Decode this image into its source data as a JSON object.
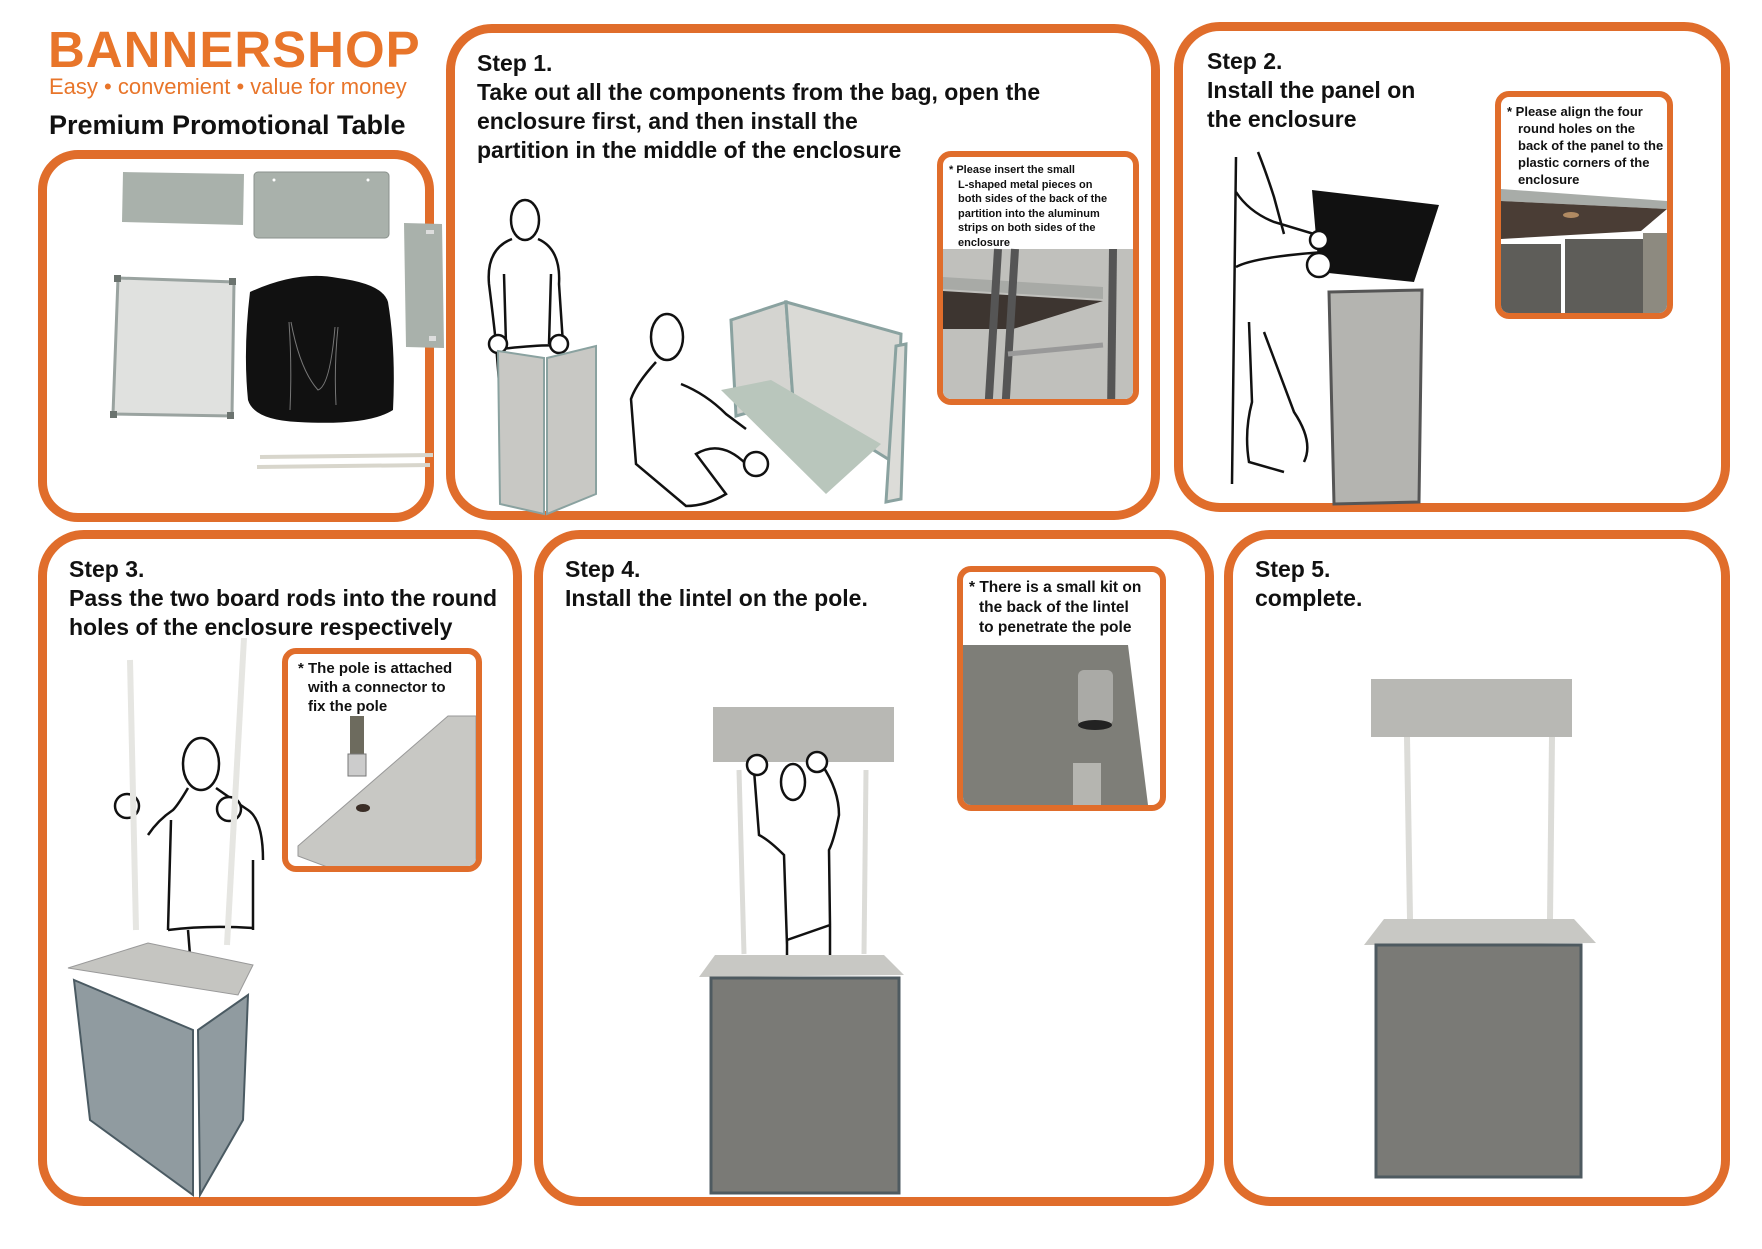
{
  "header": {
    "brand": "BANNERSHOP",
    "tagline": "Easy • convemient • value for money",
    "title": "Premium Promotional Table"
  },
  "colors": {
    "accent": "#e06d2b",
    "brand_text": "#e8752a",
    "panel_gray": "#a9b1ab",
    "enclosure_gray": "#7a7a76",
    "bag_black": "#111111"
  },
  "components_panel": {
    "items": [
      "lintel-board",
      "table-top-panel",
      "partition",
      "enclosure",
      "carry-bag",
      "poles"
    ]
  },
  "steps": [
    {
      "number": "Step 1.",
      "text_lines": [
        "Take out all the components from the bag, open the",
        "enclosure first, and then install the",
        "partition in the middle of the enclosure"
      ],
      "note_lines": [
        "*  Please insert the small",
        "L-shaped metal pieces on",
        "both sides of the back of the",
        "partition into the aluminum",
        "strips on both sides of the",
        "enclosure"
      ]
    },
    {
      "number": "Step 2.",
      "text_lines": [
        "Install the panel on",
        "the enclosure"
      ],
      "note_lines": [
        "* Please align the four",
        "round holes on the",
        "back of the panel to the",
        "plastic corners of the",
        "enclosure"
      ]
    },
    {
      "number": "Step 3.",
      "text_lines": [
        "Pass the two board rods into the round",
        "holes of the enclosure respectively"
      ],
      "note_lines": [
        "* The pole is attached",
        "with a connector to",
        "fix the pole"
      ]
    },
    {
      "number": "Step 4.",
      "text_lines": [
        "Install the lintel on the pole."
      ],
      "note_lines": [
        "* There is a small kit on",
        "the back of the lintel",
        "to penetrate the pole"
      ]
    },
    {
      "number": "Step 5.",
      "text_lines": [
        "complete."
      ],
      "note_lines": []
    }
  ]
}
